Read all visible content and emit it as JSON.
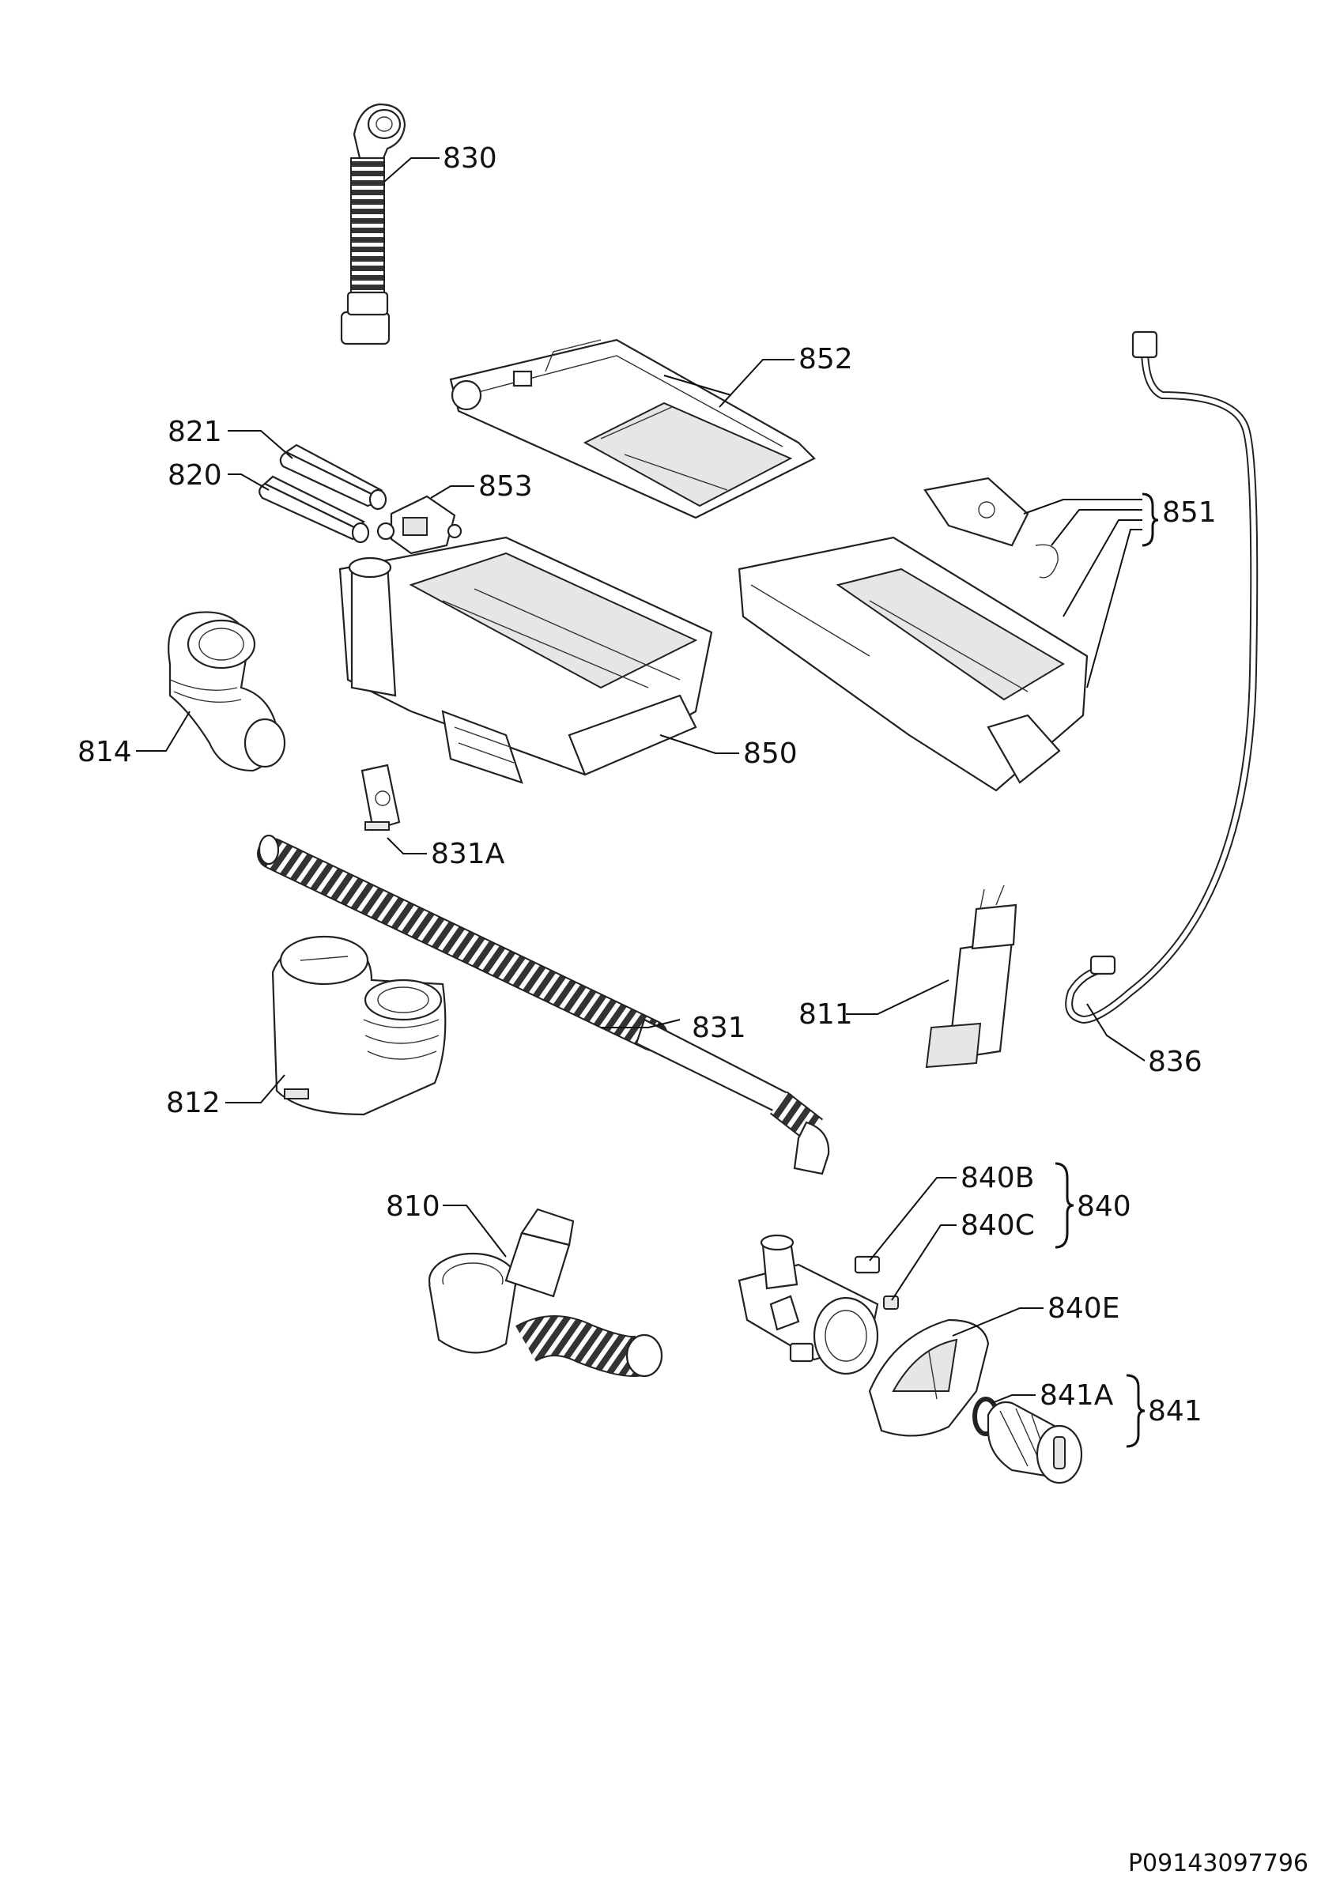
{
  "document_code": "P09143097796",
  "callouts": {
    "p830": "830",
    "p852": "852",
    "p821": "821",
    "p820": "820",
    "p853": "853",
    "p851": "851",
    "p814": "814",
    "p850": "850",
    "p831A": "831A",
    "p811": "811",
    "p831": "831",
    "p836": "836",
    "p812": "812",
    "p810": "810",
    "p840B": "840B",
    "p840": "840",
    "p840C": "840C",
    "p840E": "840E",
    "p841A": "841A",
    "p841": "841"
  }
}
